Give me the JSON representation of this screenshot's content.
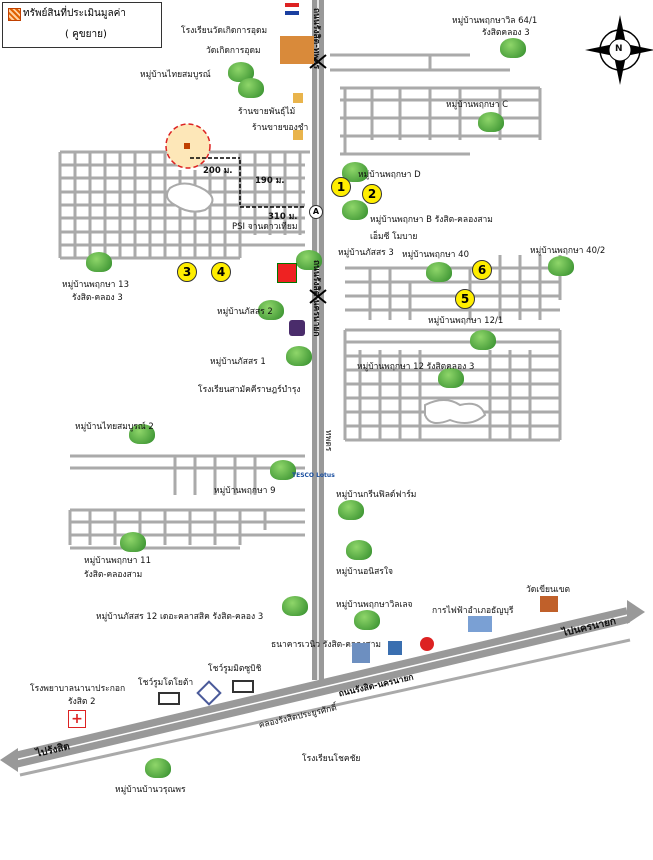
{
  "legend": {
    "line1": "ทรัพย์สินที่ประเมินมูลค่า",
    "line2": "( คูขยาย)"
  },
  "compass": {
    "letter": "N"
  },
  "roads": {
    "main_road": "ถนนรังสิต-นครนายก",
    "main_road_north": "ถนนรังสิต-ทพดร",
    "canal_road": "คลองรังสิตประยูรศักดิ์",
    "to_nakhon_nayok": "ไปนครนายก",
    "to_rangsit": "ไปรังสิต",
    "vertical_mid": "ถนนรังสิต-นครนายก",
    "vertical_low": "ทพดร"
  },
  "distances": {
    "d1": "200 ม.",
    "d2": "190 ม.",
    "d3": "310 ม."
  },
  "pins": [
    "1",
    "2",
    "3",
    "4",
    "5",
    "6"
  ],
  "markerA": "A",
  "places": {
    "school_kerd": "โรงเรียนวัดเกิดการอุดม",
    "temple_kerd": "วัดเกิดการอุดม",
    "vil_thai_north": "หมู่บ้านไทยสมบูรณ์",
    "shop_tree": "ร้านขายพันธุ์ไม้",
    "shop_goods": "ร้านขายของชำ",
    "vil_pv64_1": "หมู่บ้านพฤกษาวิล 64/1",
    "vil_pv64_2": "รังสิตคลอง 3",
    "vil_pc": "หมู่บ้านพฤกษา C",
    "vil_pd": "หมู่บ้านพฤกษา D",
    "vil_pb": "หมู่บ้านพฤกษา B รังสิต-คลองสาม",
    "cement": "เอ็มซี โมบาย",
    "psi": "PSI จานดาวเทียม",
    "vil_pattra3": "หมู่บ้านภัสสร 3",
    "vil_p40": "หมู่บ้านพฤกษา 40",
    "vil_p40_2": "หมู่บ้านพฤกษา 40/2",
    "vil_p13_1": "หมู่บ้านพฤกษา 13",
    "vil_p13_2": "รังสิต-คลอง 3",
    "vil_pattra2": "หมู่บ้านภัสสร 2",
    "vil_p12_1": "หมู่บ้านพฤกษา 12/1",
    "vil_pattra1": "หมู่บ้านภัสสร 1",
    "vil_p12": "หมู่บ้านพฤกษา 12 รังสิตคลอง 3",
    "school_samakkee": "โรงเรียนสามัคคีราษฎร์บำรุง",
    "vil_thai2": "หมู่บ้านไทยสมบูรณ์ 2",
    "tesco": "TESCO Lotus",
    "vil_p9": "หมู่บ้านพฤกษา 9",
    "vil_greenfield": "หมู่บ้านกรีนฟิลด์ฟาร์ม",
    "vil_p11_1": "หมู่บ้านพฤกษา 11",
    "vil_p11_2": "รังสิต-คลองสาม",
    "vil_anisorn": "หมู่บ้านอนิสรใจ",
    "vil_pattra12": "หมู่บ้านภัสสร 12 เดอะคลาสสิค รังสิต-คลอง 3",
    "vil_pv_ej": "หมู่บ้านพฤกษาวิลเลจ",
    "temple_khian": "วัดเขียนเขต",
    "pea": "การไฟฟ้าอำเภอธัญบุรี",
    "bank": "ธนาคารเวนิว รังสิต-คลองสาม",
    "hospital_1": "โรงพยาบาลนานาประกอก",
    "hospital_2": "รังสิต 2",
    "showroom_toyota": "โชว์รูมโตโยต้า",
    "showroom_mitsu": "โชว์รูมมิตซูบิชิ",
    "school_chokchai": "โรงเรียนโชคชัย",
    "vil_warunporn": "หมู่บ้านบ้านวรุณพร"
  }
}
